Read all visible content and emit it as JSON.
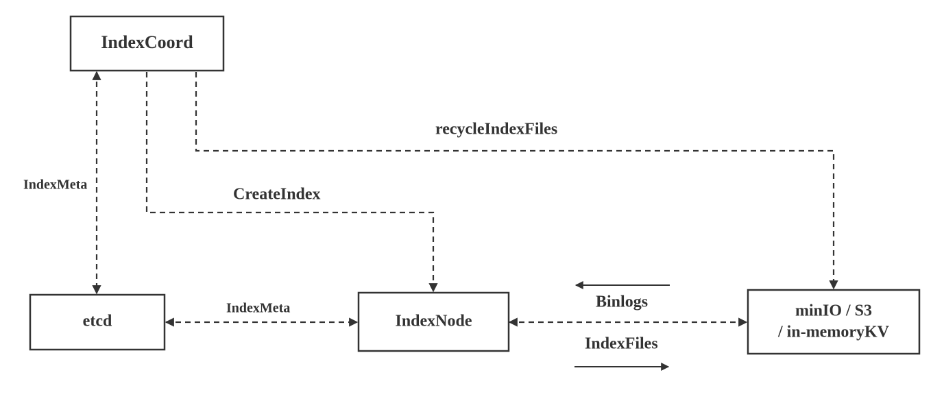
{
  "nodes": {
    "index_coord": "IndexCoord",
    "etcd": "etcd",
    "index_node": "IndexNode",
    "storage_line1": "minIO / S3",
    "storage_line2": "/ in-memoryKV"
  },
  "edges": {
    "index_meta_vertical": "IndexMeta",
    "create_index": "CreateIndex",
    "recycle_index_files": "recycleIndexFiles",
    "index_meta_horizontal": "IndexMeta",
    "binlogs": "Binlogs",
    "index_files": "IndexFiles"
  },
  "colors": {
    "stroke": "#333333",
    "background": "#ffffff"
  }
}
